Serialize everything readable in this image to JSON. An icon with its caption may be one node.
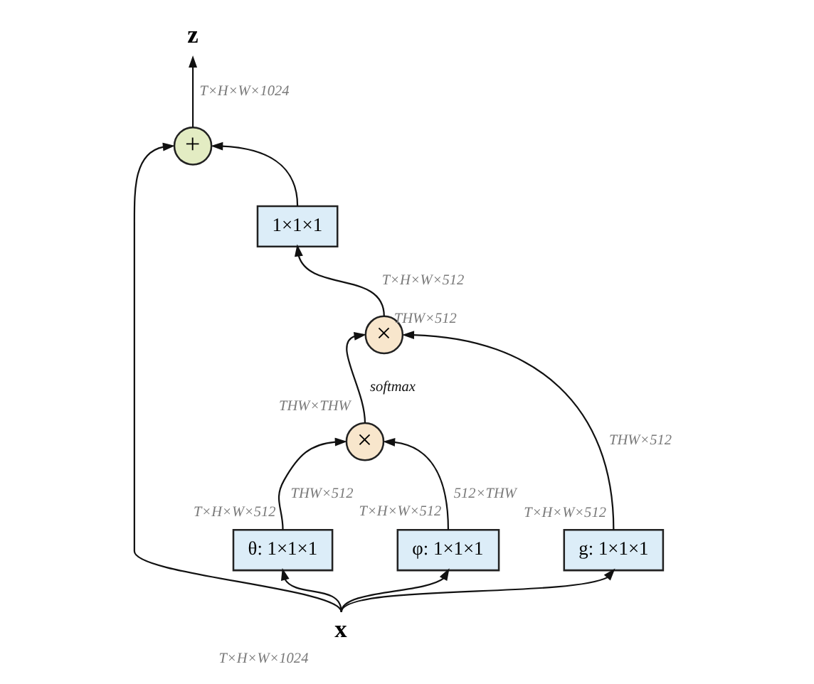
{
  "diagram": {
    "nodes": [
      {
        "text": [
          "z"
        ]
      },
      {
        "text": [
          "+"
        ]
      },
      {
        "text": [
          "1×1×1"
        ]
      },
      {
        "text": [
          "×"
        ],
        "beside": [
          "THW×512"
        ]
      },
      {
        "text": [
          "×"
        ],
        "beside": [
          "THW×THW"
        ]
      },
      {
        "text": [
          "θ: 1×1×1"
        ],
        "beside": [
          "T×H×W×512"
        ]
      },
      {
        "text": [
          "φ: 1×1×1"
        ],
        "beside": [
          "T×H×W×512"
        ]
      },
      {
        "text": [
          "g: 1×1×1"
        ],
        "beside": [
          "T×H×W×512"
        ]
      },
      {
        "text": [
          "x"
        ],
        "beside": [
          "T×H×W×1024"
        ]
      }
    ],
    "edges": [
      {
        "from": 8,
        "to": 1,
        "arrow": "to"
      },
      {
        "from": 8,
        "to": 5,
        "arrow": "to"
      },
      {
        "from": 8,
        "to": 6,
        "arrow": "to"
      },
      {
        "from": 8,
        "to": 7,
        "arrow": "to"
      },
      {
        "from": 5,
        "to": 4,
        "arrow": "to",
        "label": "THW×512"
      },
      {
        "from": 6,
        "to": 4,
        "arrow": "to",
        "label": "512×THW"
      },
      {
        "from": 4,
        "to": 3,
        "arrow": "to",
        "label": "softmax"
      },
      {
        "from": 7,
        "to": 3,
        "arrow": "to",
        "label": "THW×512"
      },
      {
        "from": 3,
        "to": 2,
        "arrow": "to",
        "label": "T×H×W×512"
      },
      {
        "from": 2,
        "to": 1,
        "arrow": "to"
      },
      {
        "from": 1,
        "to": 0,
        "arrow": "to",
        "label": "T×H×W×1024"
      }
    ]
  }
}
